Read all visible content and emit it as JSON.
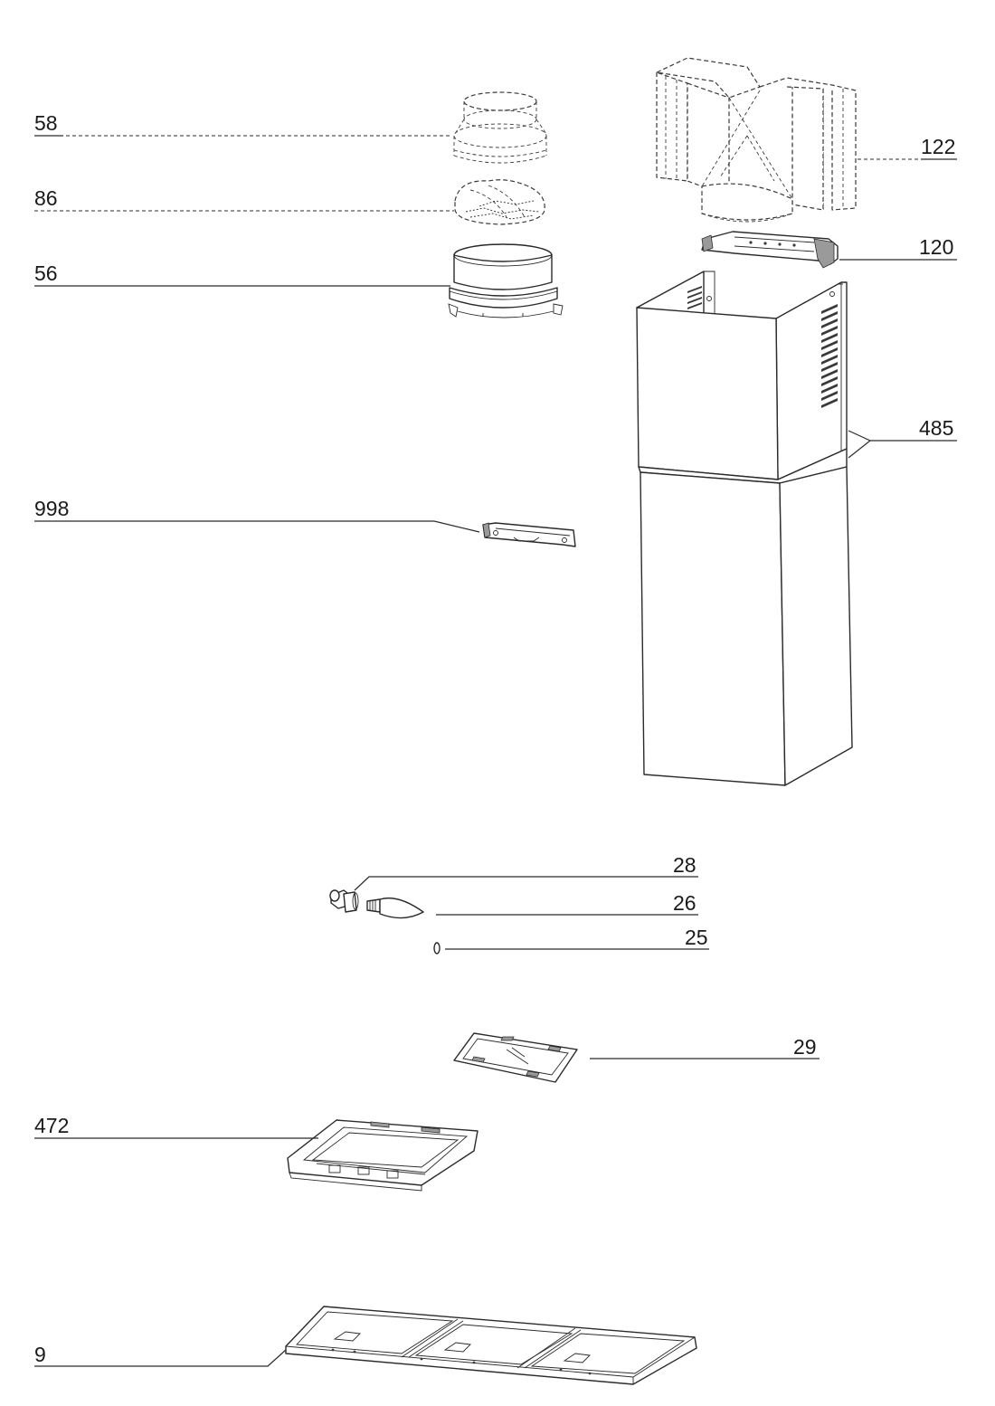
{
  "labels": {
    "l58": "58",
    "l86": "86",
    "l56": "56",
    "l122": "122",
    "l120": "120",
    "l485": "485",
    "l998": "998",
    "l28": "28",
    "l26": "26",
    "l25": "25",
    "l29": "29",
    "l472": "472",
    "l9": "9"
  }
}
